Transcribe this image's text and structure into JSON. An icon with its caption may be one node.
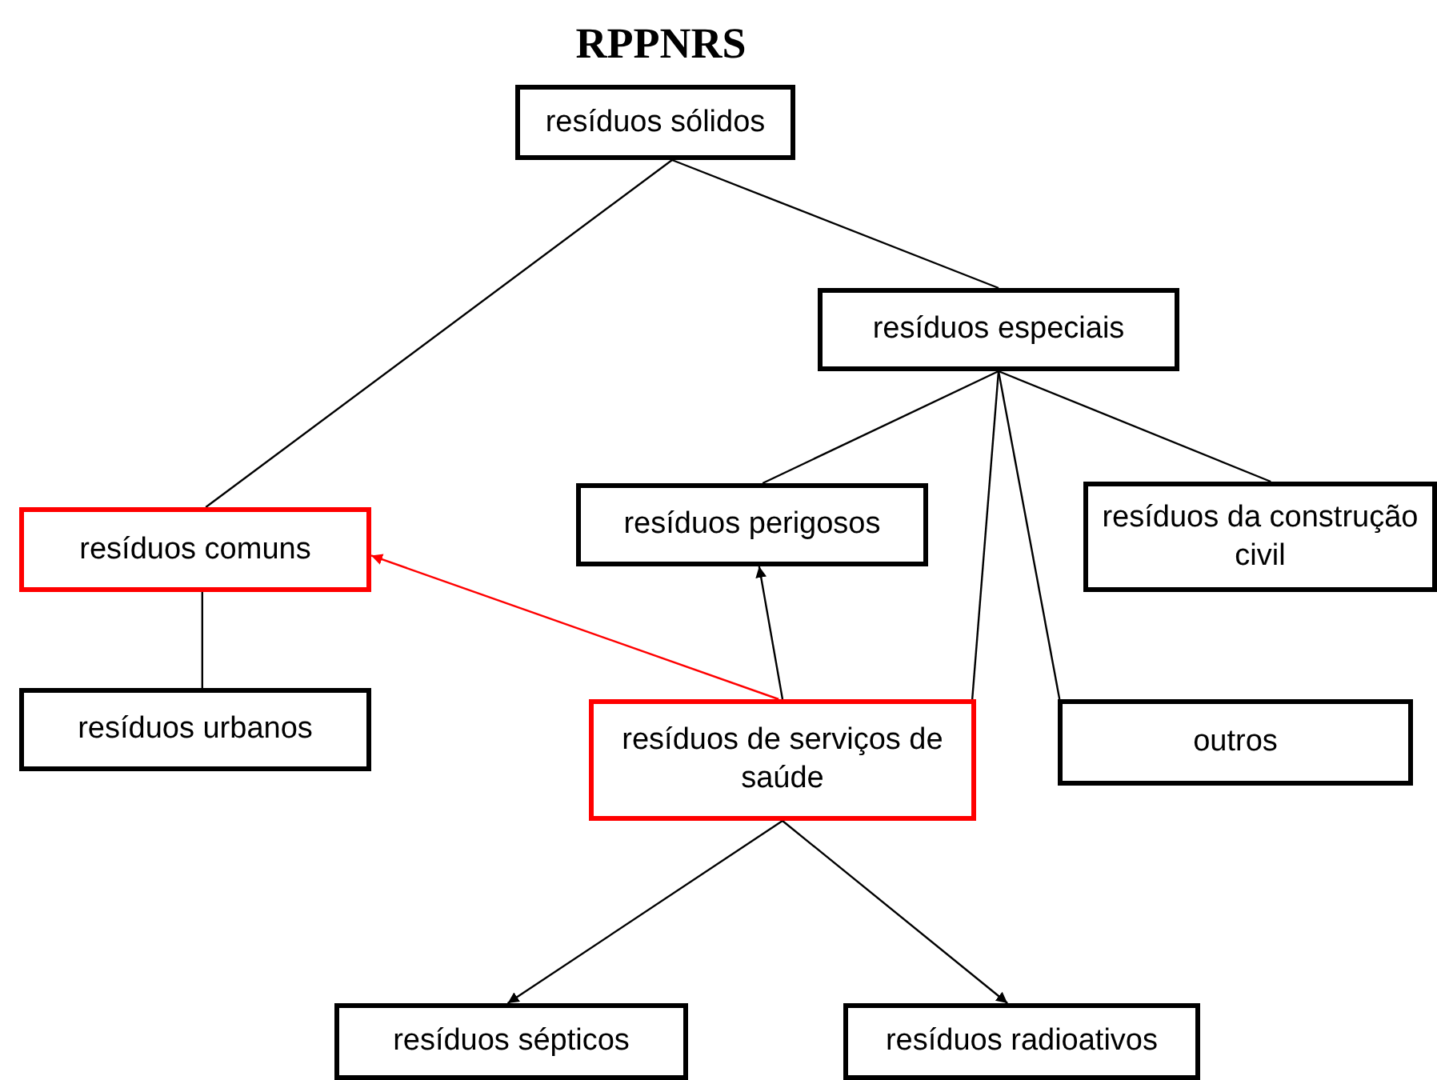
{
  "diagram": {
    "title": "RPPNRS",
    "nodes": [
      {
        "text": [
          "resíduos sólidos"
        ]
      },
      {
        "text": [
          "resíduos especiais"
        ]
      },
      {
        "text": [
          "resíduos comuns"
        ]
      },
      {
        "text": [
          "resíduos perigosos"
        ]
      },
      {
        "text": [
          "resíduos da construção civil"
        ]
      },
      {
        "text": [
          "resíduos urbanos"
        ]
      },
      {
        "text": [
          "resíduos de serviços de saúde"
        ]
      },
      {
        "text": [
          "outros"
        ]
      },
      {
        "text": [
          "resíduos sépticos"
        ]
      },
      {
        "text": [
          "resíduos radioativos"
        ]
      }
    ],
    "edges": [
      {
        "from": 0,
        "to": 2,
        "arrow": "none"
      },
      {
        "from": 0,
        "to": 1,
        "arrow": "none"
      },
      {
        "from": 1,
        "to": 3,
        "arrow": "none"
      },
      {
        "from": 1,
        "to": 4,
        "arrow": "none"
      },
      {
        "from": 1,
        "to": 6,
        "arrow": "none"
      },
      {
        "from": 1,
        "to": 7,
        "arrow": "none"
      },
      {
        "from": 2,
        "to": 5,
        "arrow": "none"
      },
      {
        "from": 6,
        "to": 2,
        "arrow": "to",
        "color": "#ff0000"
      },
      {
        "from": 6,
        "to": 3,
        "arrow": "to"
      },
      {
        "from": 6,
        "to": 8,
        "arrow": "to"
      },
      {
        "from": 6,
        "to": 9,
        "arrow": "to"
      }
    ]
  }
}
